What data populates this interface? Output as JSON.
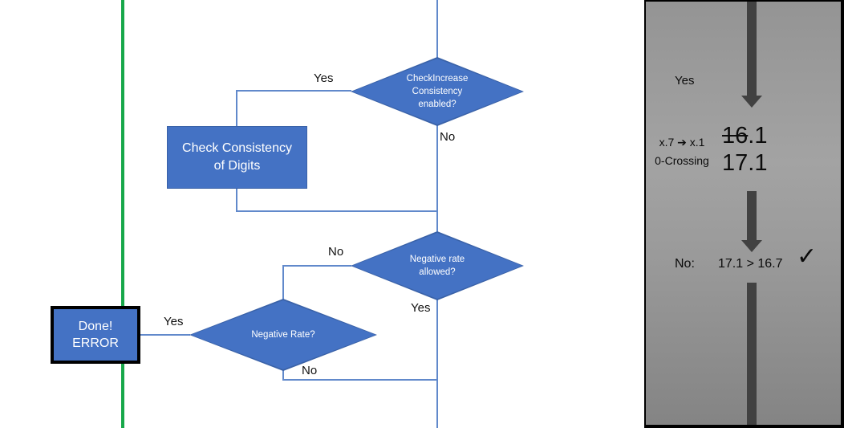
{
  "flowchart": {
    "decision_checkincrease": {
      "line1": "CheckIncrease",
      "line2": "Consistency",
      "line3": "enabled?",
      "yes_label": "Yes",
      "no_label": "No"
    },
    "process_check_consistency": {
      "line1": "Check Consistency",
      "line2": "of Digits"
    },
    "decision_negative_rate_allowed": {
      "line1": "Negative rate",
      "line2": "allowed?",
      "no_label": "No",
      "yes_label": "Yes"
    },
    "decision_negative_rate": {
      "line1": "Negative Rate?",
      "yes_label": "Yes",
      "no_label": "No"
    },
    "terminator_done_error": {
      "line1": "Done!",
      "line2": "ERROR"
    }
  },
  "panel": {
    "yes_label": "Yes",
    "rule_line1": "x.7 ➔ x.1",
    "rule_line2": "0-Crossing",
    "old_value_struck": "16",
    "old_value_suffix": ".1",
    "new_value": "17.1",
    "no_label": "No:",
    "comparison": "17.1 > 16.7",
    "check_icon": "✓"
  },
  "colors": {
    "shape_fill": "#4472C4",
    "shape_border": "#3A62A8",
    "connector_blue": "#6189CB",
    "green_line": "#18A84A",
    "panel_arrow_gray": "#414141",
    "panel_border": "#000000"
  }
}
